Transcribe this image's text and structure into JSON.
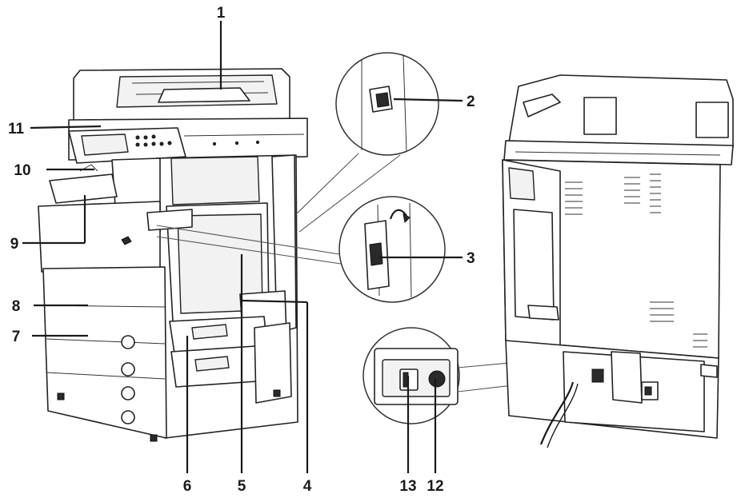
{
  "callouts": [
    {
      "id": "1",
      "text": "1"
    },
    {
      "id": "2",
      "text": "2"
    },
    {
      "id": "3",
      "text": "3"
    },
    {
      "id": "4",
      "text": "4"
    },
    {
      "id": "5",
      "text": "5"
    },
    {
      "id": "6",
      "text": "6"
    },
    {
      "id": "7",
      "text": "7"
    },
    {
      "id": "8",
      "text": "8"
    },
    {
      "id": "9",
      "text": "9"
    },
    {
      "id": "10",
      "text": "10"
    },
    {
      "id": "11",
      "text": "11"
    },
    {
      "id": "12",
      "text": "12"
    },
    {
      "id": "13",
      "text": "13"
    }
  ],
  "colors": {
    "line": "#1a1a1a",
    "outline": "#222222",
    "background": "#ffffff"
  }
}
